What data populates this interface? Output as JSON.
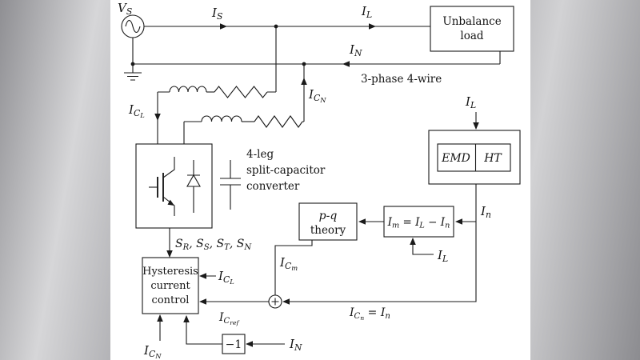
{
  "figure": {
    "source": {
      "label": "V_S"
    },
    "wire_note": "3-phase 4-wire",
    "labels": {
      "is": "I_S",
      "il_line": "I_L",
      "in_line": "I_N",
      "icl_branch": "I_{C_L}",
      "icn_branch": "I_{C_N}",
      "il_meas": "I_L",
      "in_out": "I_n",
      "il_feed": "I_L",
      "icm": "I_{C_m}",
      "icn_eq": "I_{C_n} = I_n",
      "icref": "I_{C_{ref}}",
      "icl_fb": "I_{C_L}",
      "icn_fb": "I_{C_N}",
      "in_inv": "I_N",
      "switches": "S_R, S_S, S_T, S_N"
    },
    "blocks": {
      "unbalance_load": {
        "line1": "Unbalance",
        "line2": "load"
      },
      "converter": {
        "line1": "4-leg",
        "line2": "split-capacitor",
        "line3": "converter"
      },
      "emd": "EMD",
      "ht": "HT",
      "im_formula": "I_m = I_L − I_n",
      "pq": {
        "line1": "p-q",
        "line2": "theory"
      },
      "hysteresis": {
        "line1": "Hysteresis",
        "line2": "current",
        "line3": "control"
      },
      "gain": "−1"
    }
  }
}
